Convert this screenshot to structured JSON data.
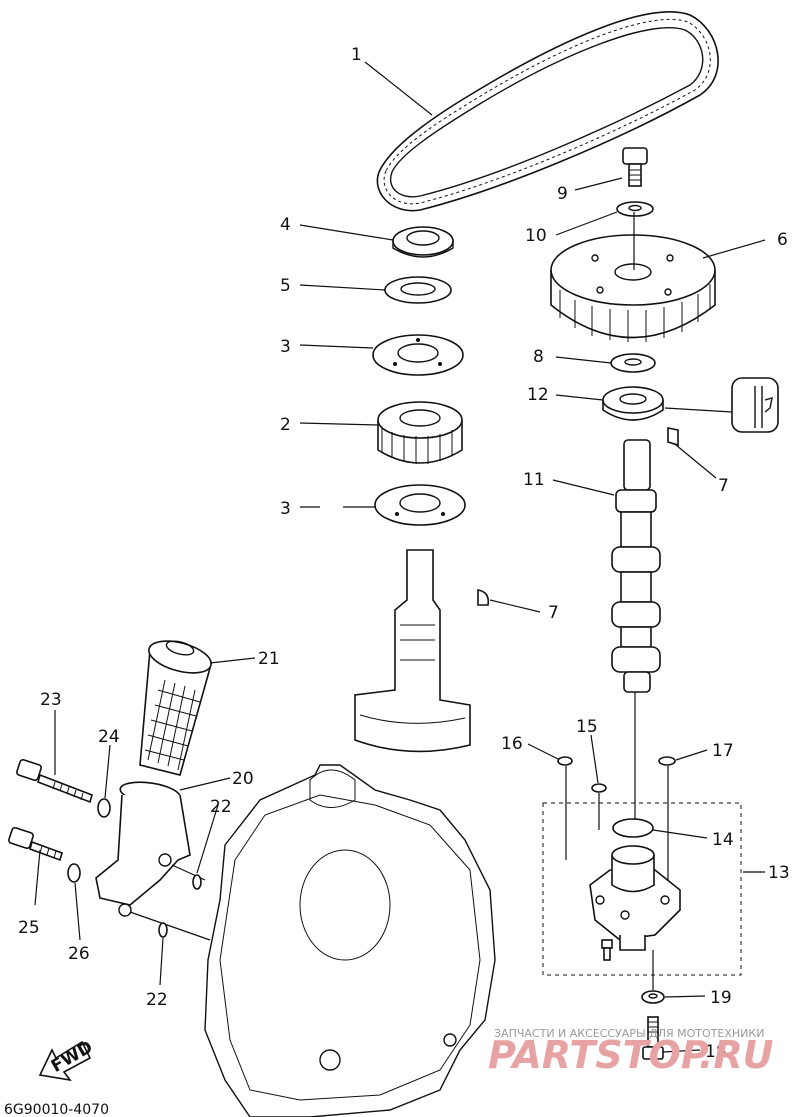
{
  "diagram_code": "6G90010-4070",
  "fwd_label": "FWD",
  "callouts": [
    "1",
    "2",
    "3",
    "3",
    "4",
    "5",
    "6",
    "7",
    "7",
    "7",
    "8",
    "9",
    "10",
    "11",
    "12",
    "13",
    "14",
    "15",
    "16",
    "17",
    "18",
    "19",
    "20",
    "21",
    "22",
    "22",
    "23",
    "24",
    "25",
    "26"
  ],
  "watermark": {
    "tagline": "ЗАПЧАСТИ И АКСЕССУАРЫ ДЛЯ МОТОТЕХНИКИ",
    "brand": "PARTSTOP.RU"
  }
}
